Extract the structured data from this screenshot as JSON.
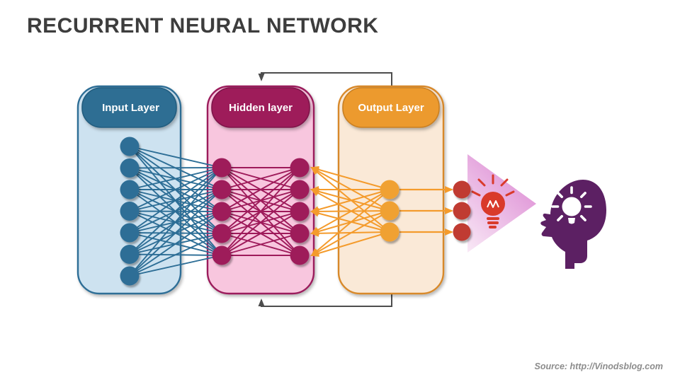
{
  "title": "RECURRENT NEURAL NETWORK",
  "source": "Source: http://Vinodsblog.com",
  "diagram": {
    "layers": [
      {
        "id": "input",
        "label": "Input Layer",
        "node_count": 7,
        "header_color": "#2d6e93",
        "header_border": "#235d7f",
        "fill": "#cde2f0",
        "border": "#2e6e96",
        "node_color": "#2d6e96"
      },
      {
        "id": "hidden",
        "label": "Hidden layer",
        "node_count": 5,
        "columns": 2,
        "header_color": "#9e1a5a",
        "header_border": "#7e124a",
        "fill": "#f8c6de",
        "border": "#9b1b5b",
        "node_color": "#9e1a5a"
      },
      {
        "id": "output",
        "label": "Output Layer",
        "node_count": 3,
        "header_color": "#ec9a2f",
        "header_border": "#c87f22",
        "fill": "#fae9d7",
        "border": "#d8892b",
        "node_color": "#f0a132",
        "connector_color": "#f49b2c"
      }
    ],
    "result_nodes": {
      "count": 3,
      "color": "#c03a30"
    },
    "feedback_color": "#4d4d4d",
    "beam": {
      "from": "#dd8cd4",
      "to": "#f9e9f6"
    },
    "bulb_icon_color": "#d93a2b",
    "head_color": "#5c2063",
    "head_bulb_color": "#ffffff",
    "title_color": "#3d3d3d",
    "source_color": "#8c8c8c"
  }
}
